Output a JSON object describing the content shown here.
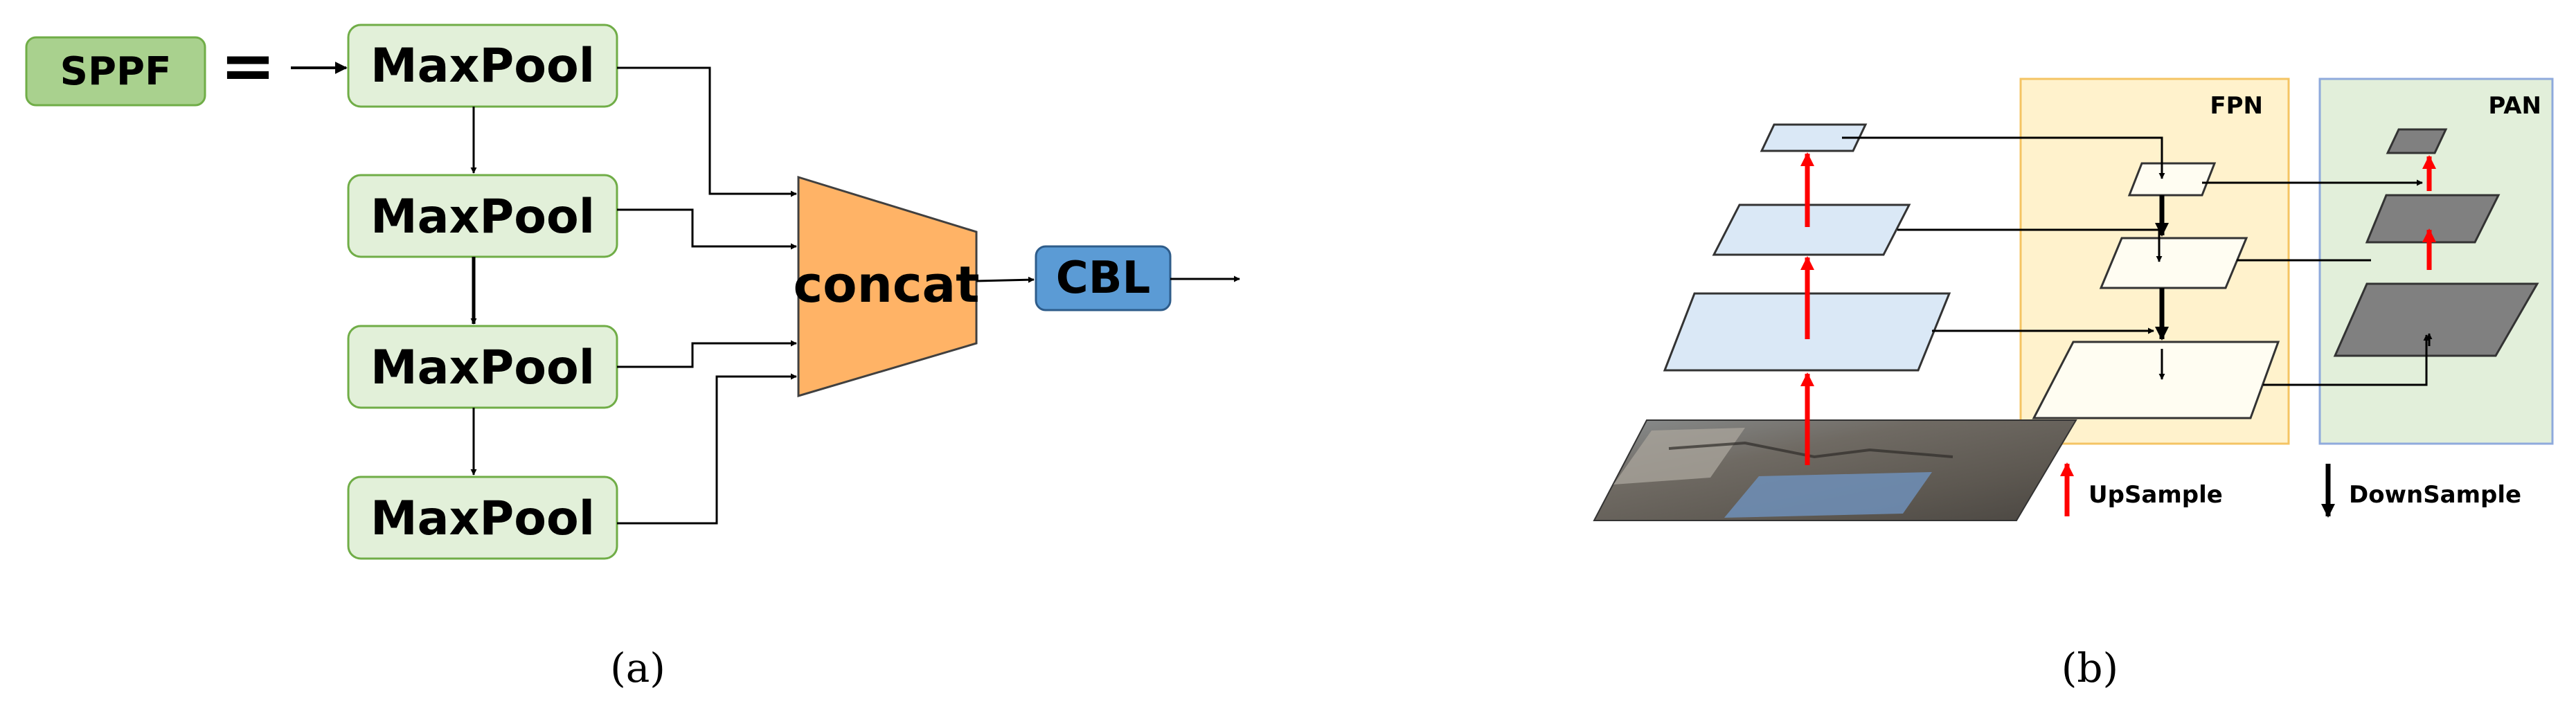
{
  "panel_a": {
    "caption": "(a)",
    "sppf_label": "SPPF",
    "equals_sign": "=",
    "maxpool_labels": [
      "MaxPool",
      "MaxPool",
      "MaxPool",
      "MaxPool"
    ],
    "concat_label": "concat",
    "cbl_label": "CBL"
  },
  "panel_b": {
    "caption": "(b)",
    "fpn_label": "FPN",
    "pan_label": "PAN",
    "legend": {
      "upsample_label": "UpSample",
      "downsample_label": "DownSample"
    }
  },
  "colors": {
    "sppf_fill": "#a9d18e",
    "maxpool_fill": "#e2f0d9",
    "maxpool_stroke": "#70ad47",
    "concat_fill": "#ffb366",
    "cbl_fill": "#5b9bd5",
    "backbone_fill": "#dae8f6",
    "fpn_fill": "#fff2cc",
    "fpn_stroke": "#ffc000",
    "pan_fill": "#e2efda",
    "pan_stroke": "#8faadc",
    "pan_layer_fill": "#808080",
    "upsample_arrow": "#ff0000",
    "downsample_arrow": "#000000"
  }
}
